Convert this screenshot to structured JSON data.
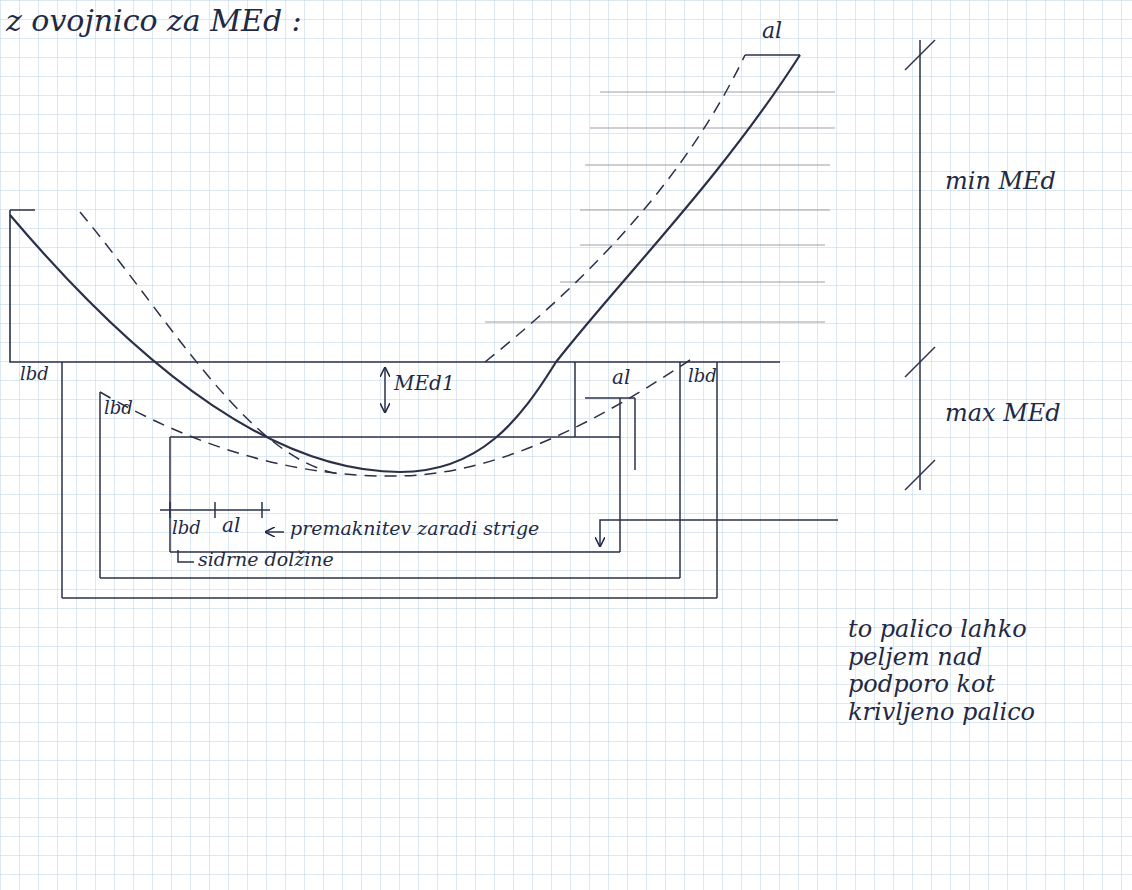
{
  "diagram": {
    "title": "z ovojnico za MEd :",
    "labels": [
      "al",
      "min MEd",
      "max MEd",
      "lbd",
      "lbd",
      "MEd1",
      "al",
      "lbd",
      "lbd",
      "al",
      "premaknitev zaradi strige",
      "sidrne dolžine",
      "to palico lahko peljem nad podporo kot krivljeno palico"
    ]
  }
}
